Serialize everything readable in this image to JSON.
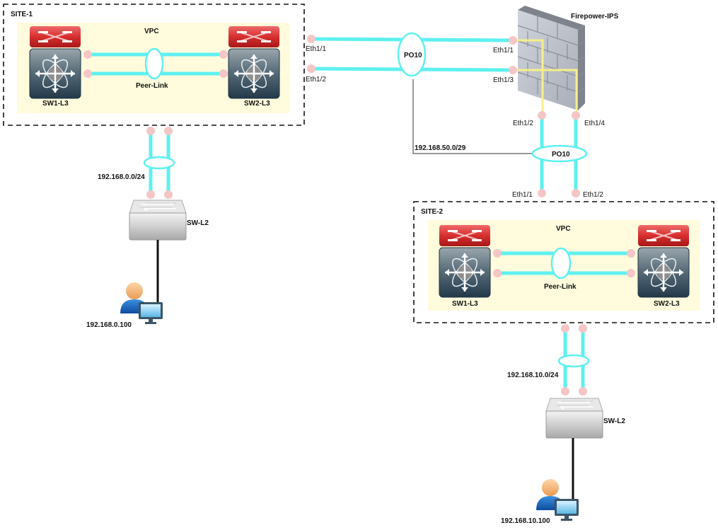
{
  "diagram": {
    "site1": {
      "title": "SITE-1",
      "vpc_label": "VPC",
      "peer_link_label": "Peer-Link",
      "switch1": "SW1-L3",
      "switch2": "SW2-L3",
      "uplink_ports": [
        "Eth1/1",
        "Eth1/2"
      ],
      "subnet": "192.168.0.0/24",
      "access_switch": "SW-L2",
      "host_ip": "192.168.0.100"
    },
    "site2": {
      "title": "SITE-2",
      "vpc_label": "VPC",
      "peer_link_label": "Peer-Link",
      "switch1": "SW1-L3",
      "switch2": "SW2-L3",
      "uplink_ports": [
        "Eth1/1",
        "Eth1/2"
      ],
      "subnet": "192.168.10.0/24",
      "access_switch": "SW-L2",
      "host_ip": "192.168.10.100"
    },
    "firewall": {
      "name": "Firepower-IPS",
      "ports": [
        "Eth1/1",
        "Eth1/3",
        "Eth1/2",
        "Eth1/4"
      ]
    },
    "port_channels": {
      "top": "PO10",
      "bottom": "PO10"
    },
    "transit_subnet": "192.168.50.0/29",
    "colors": {
      "link": "#5ff0f0",
      "port": "#f4c6c6",
      "ips_internal": "#f5f08a",
      "vpc_background": "#fffbdc"
    }
  }
}
